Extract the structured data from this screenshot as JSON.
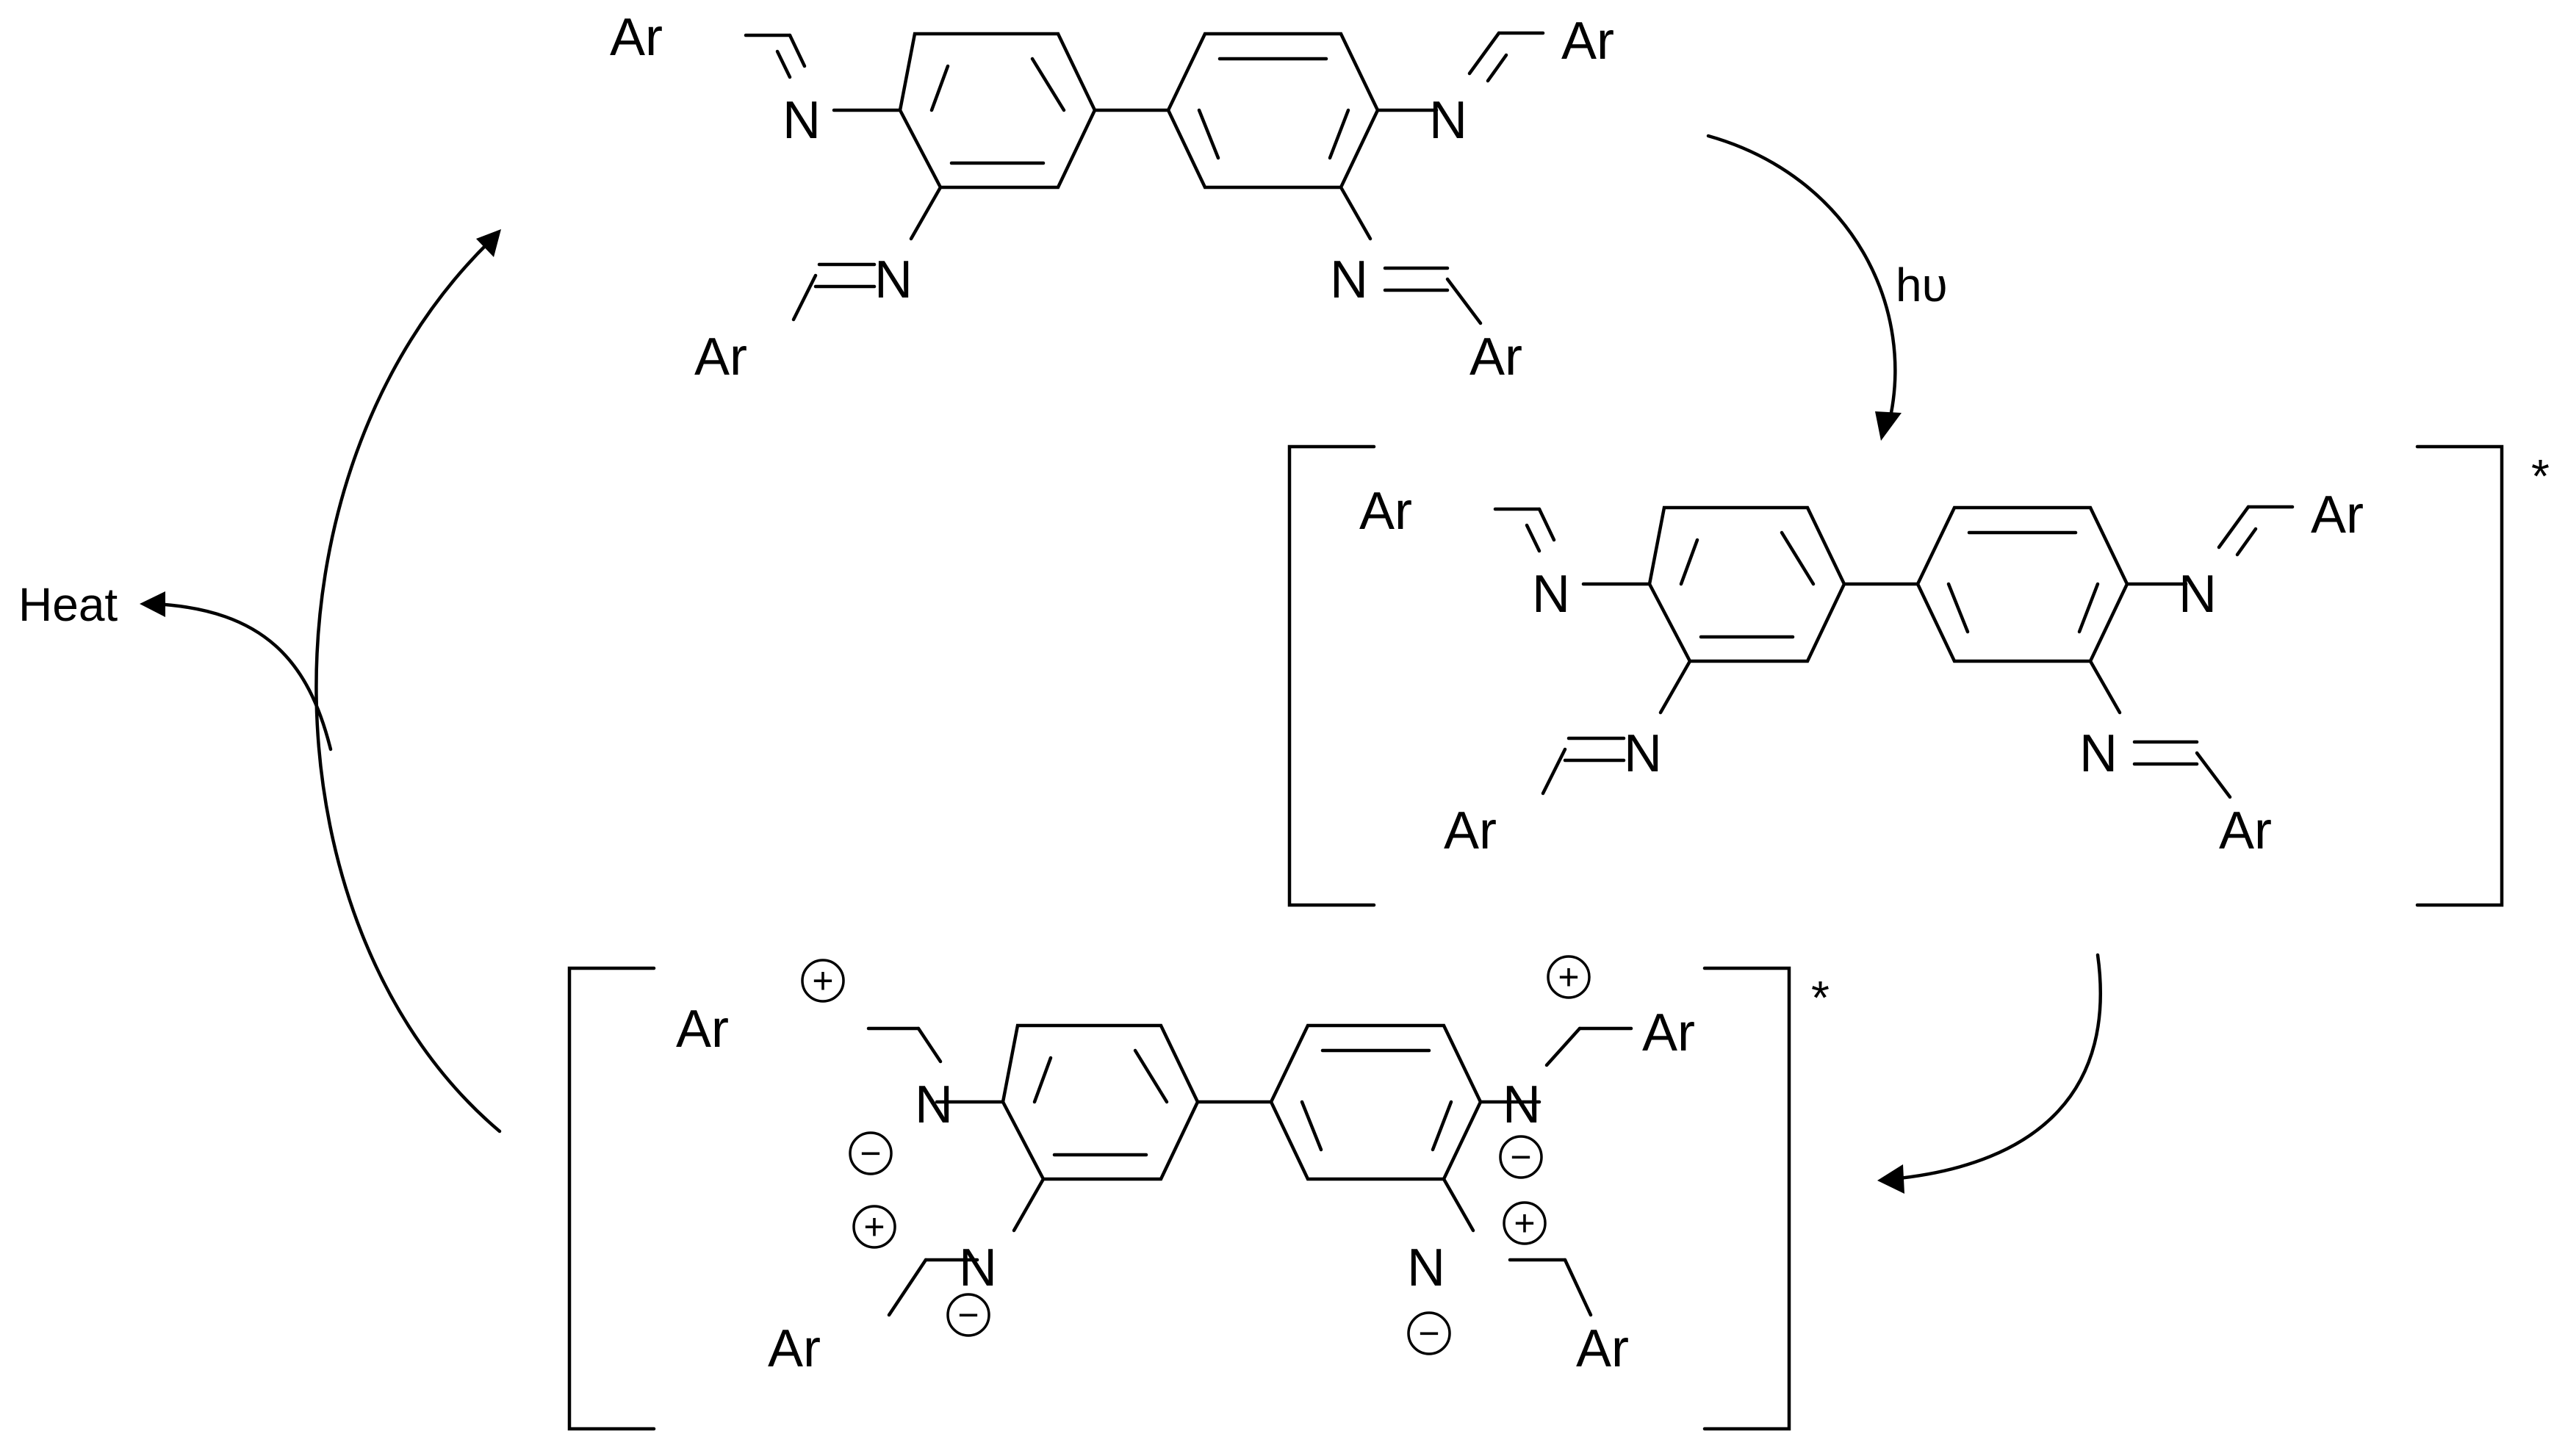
{
  "scheme": {
    "aryl": "Ar",
    "nitrogen": "N",
    "light_label": "hυ",
    "heat_label": "Heat",
    "excited_marker": "*",
    "plus": "+",
    "minus": "−"
  }
}
